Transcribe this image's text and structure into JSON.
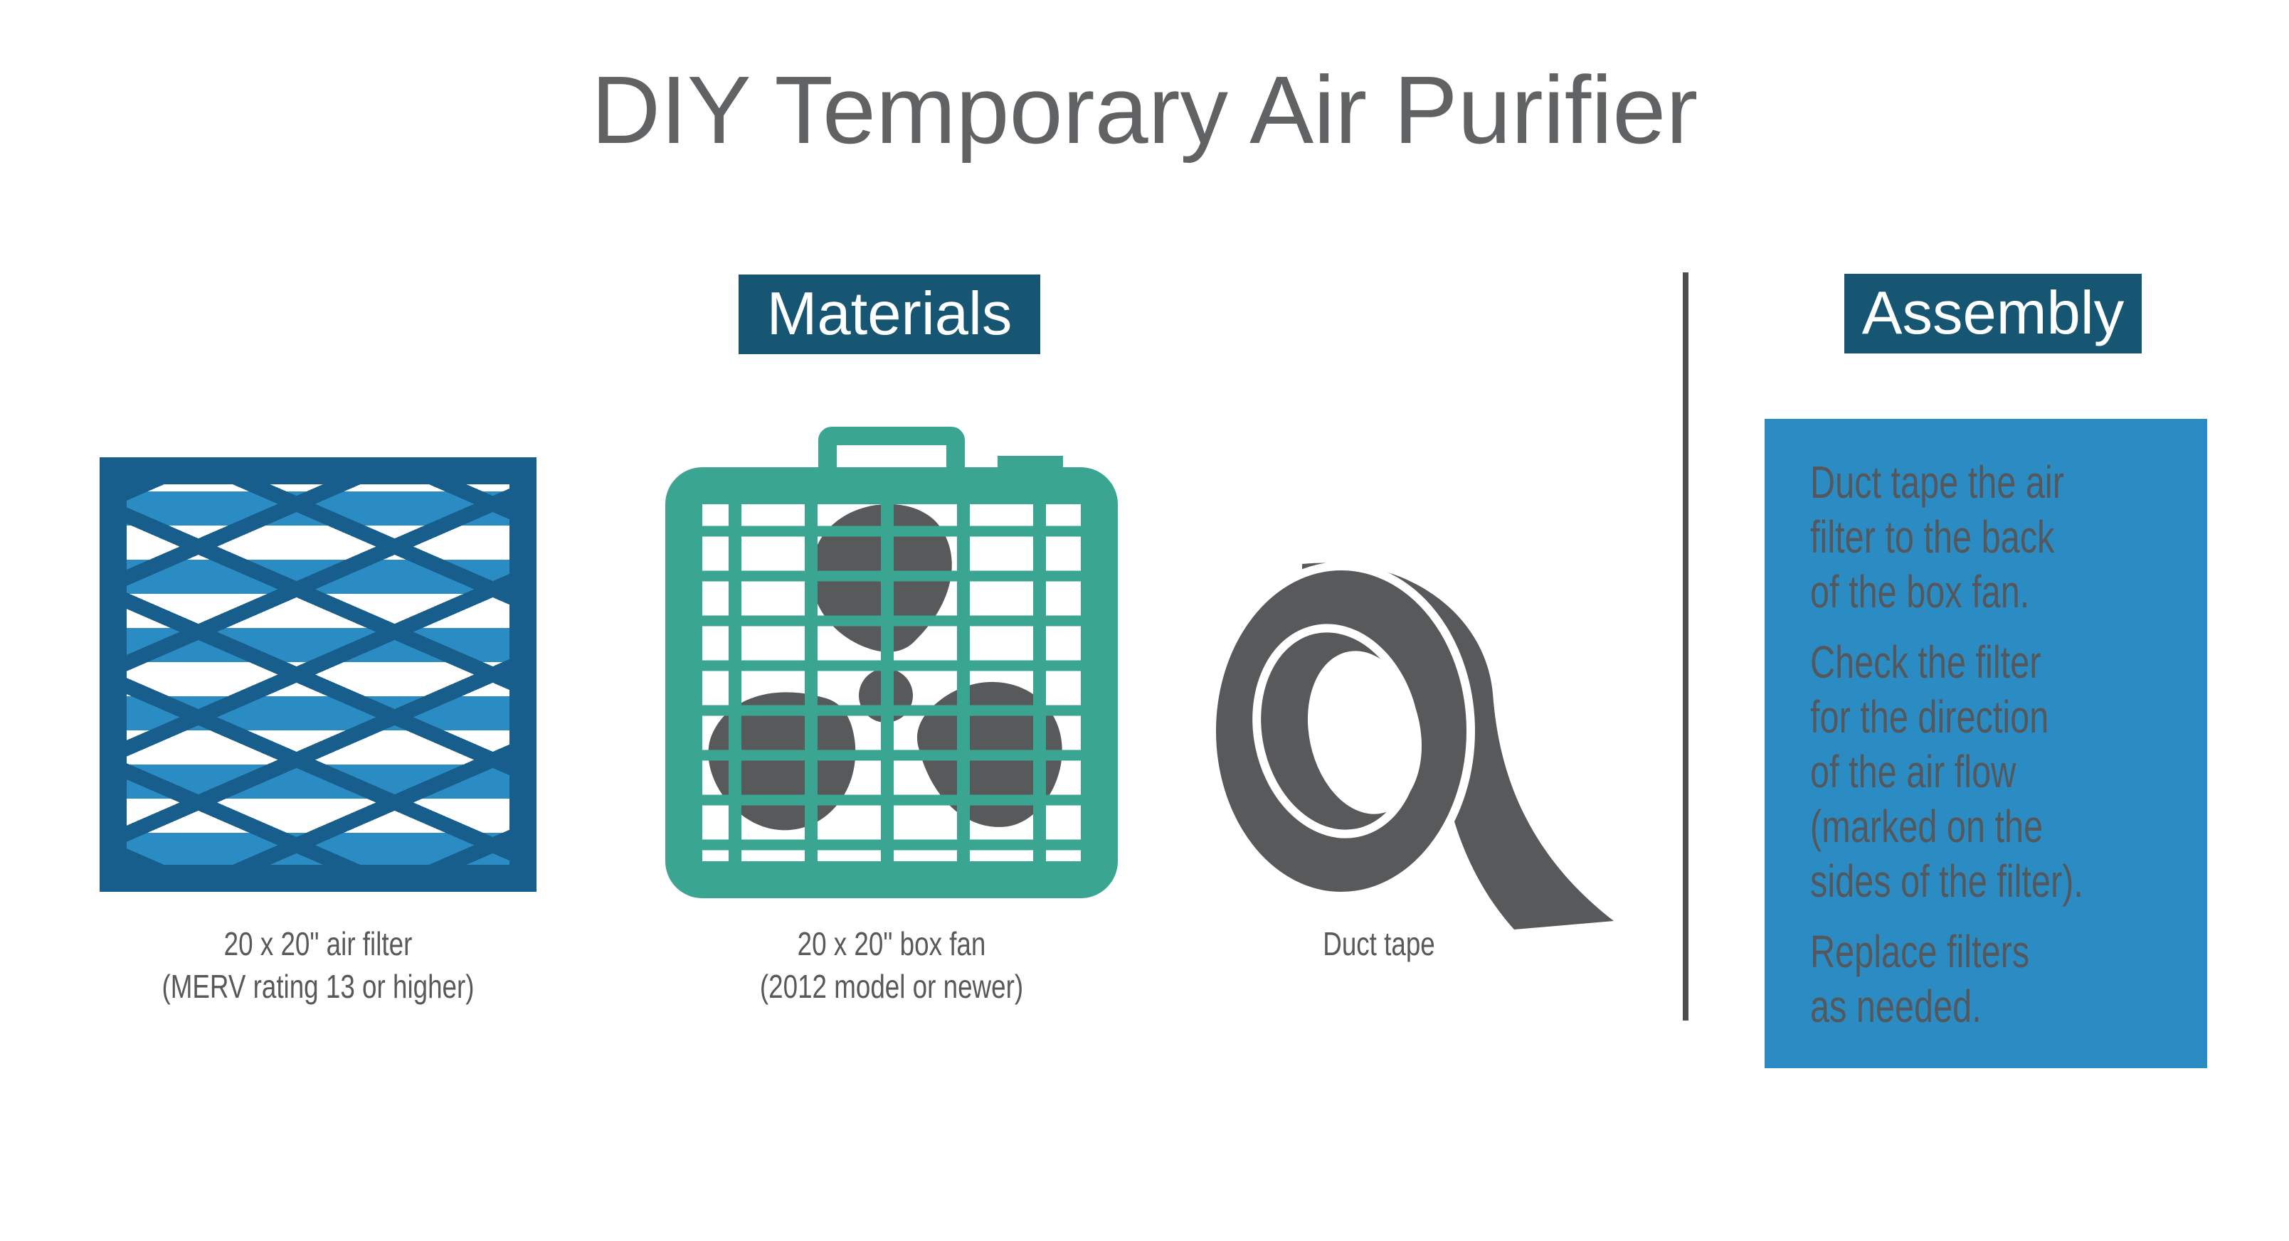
{
  "title": "DIY Temporary Air Purifier",
  "colors": {
    "badge_background": "#165673",
    "panel_background": "#2b8cc4",
    "filter_frame_blue": "#175e8c",
    "filter_stripe_blue": "#2b8cc4",
    "fan_teal": "#3aa692",
    "icon_dark_gray": "#58595b",
    "divider_gray": "#4d4e50",
    "title_gray": "#606264",
    "step_text_gray": "#54585c",
    "badge_text": "#ffffff"
  },
  "materials": {
    "badge": "Materials",
    "items": [
      {
        "name": "air-filter",
        "caption": "20 x 20\" air filter\n(MERV rating 13 or higher)"
      },
      {
        "name": "box-fan",
        "caption": "20 x 20\" box fan\n(2012 model or newer)"
      },
      {
        "name": "duct-tape",
        "caption": "Duct tape"
      }
    ]
  },
  "assembly": {
    "badge": "Assembly",
    "steps": [
      "Duct tape the air\nfilter to the back\nof the box fan.",
      "Check the filter\nfor the direction\nof the air flow\n(marked on the\nsides of the filter).",
      "Replace filters\nas needed."
    ]
  }
}
